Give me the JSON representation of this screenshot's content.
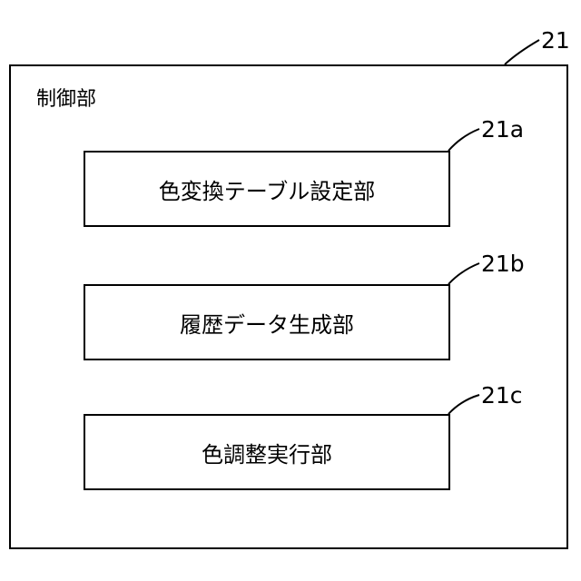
{
  "diagram": {
    "outer": {
      "ref": "21",
      "title": "制御部"
    },
    "blocks": [
      {
        "ref": "21a",
        "label": "色変換テーブル設定部"
      },
      {
        "ref": "21b",
        "label": "履歴データ生成部"
      },
      {
        "ref": "21c",
        "label": "色調整実行部"
      }
    ]
  },
  "colors": {
    "line": "#000000",
    "background": "#ffffff"
  }
}
